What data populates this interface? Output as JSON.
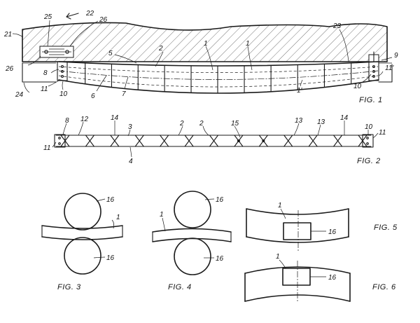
{
  "figure1": {
    "caption": "FIG. 1",
    "labels": [
      "22",
      "25",
      "26",
      "21",
      "23",
      "5",
      "2",
      "1",
      "1",
      "9",
      "26",
      "8",
      "24",
      "11",
      "10",
      "6",
      "7",
      "1'",
      "10",
      "11'"
    ]
  },
  "figure2": {
    "caption": "FIG. 2",
    "labels": [
      "8",
      "12",
      "14",
      "3",
      "2",
      "2",
      "15",
      "13",
      "13",
      "14",
      "10",
      "11",
      "11",
      "4"
    ]
  },
  "figure3": {
    "caption": "FIG. 3",
    "labels": [
      "16",
      "1",
      "16"
    ]
  },
  "figure4": {
    "caption": "FIG. 4",
    "labels": [
      "16",
      "1",
      "16"
    ]
  },
  "figure5": {
    "caption": "FIG. 5",
    "labels": [
      "1",
      "16"
    ]
  },
  "figure6": {
    "caption": "FIG. 6",
    "labels": [
      "1",
      "16"
    ]
  }
}
